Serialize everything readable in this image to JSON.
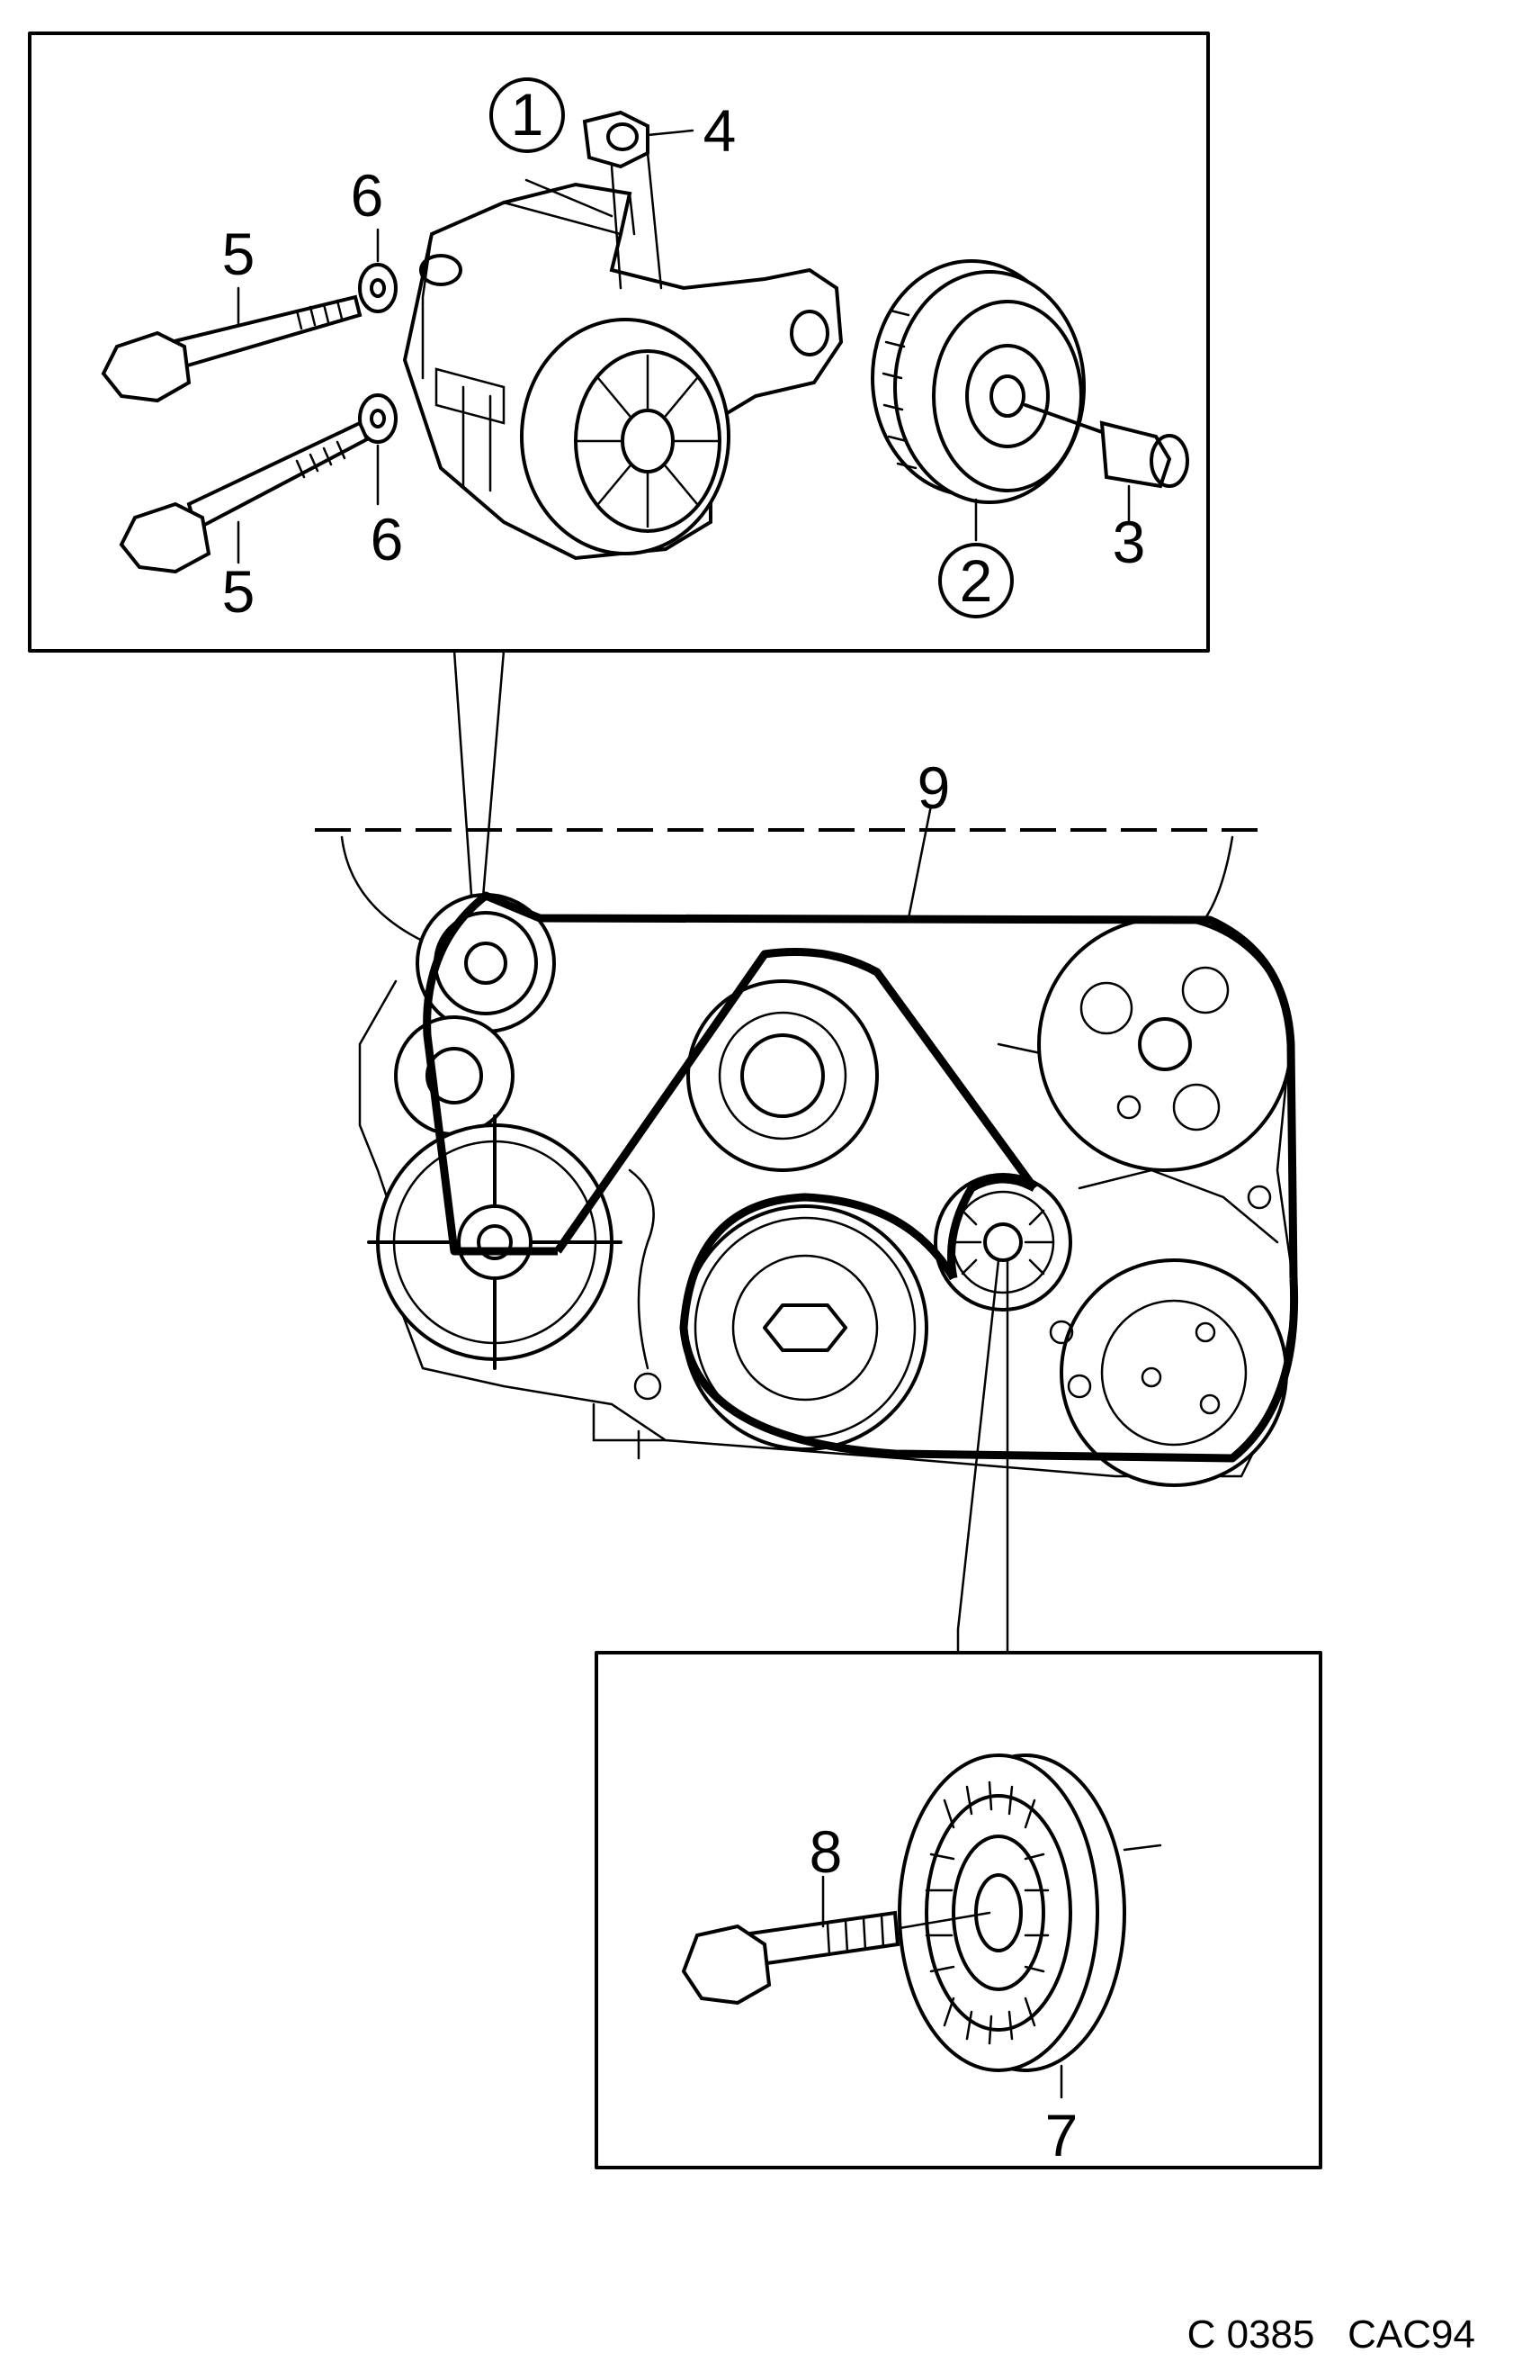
{
  "callouts": {
    "c1": "1",
    "c2": "2",
    "c3": "3",
    "c4": "4",
    "c5a": "5",
    "c5b": "5",
    "c6a": "6",
    "c6b": "6",
    "c7": "7",
    "c8": "8",
    "c9": "9"
  },
  "footer": "C 0385   CAC94",
  "icons": [
    "tensioner-assembly",
    "idler-pulley",
    "bolt",
    "washer",
    "nut",
    "drive-belt",
    "engine-front-view"
  ]
}
